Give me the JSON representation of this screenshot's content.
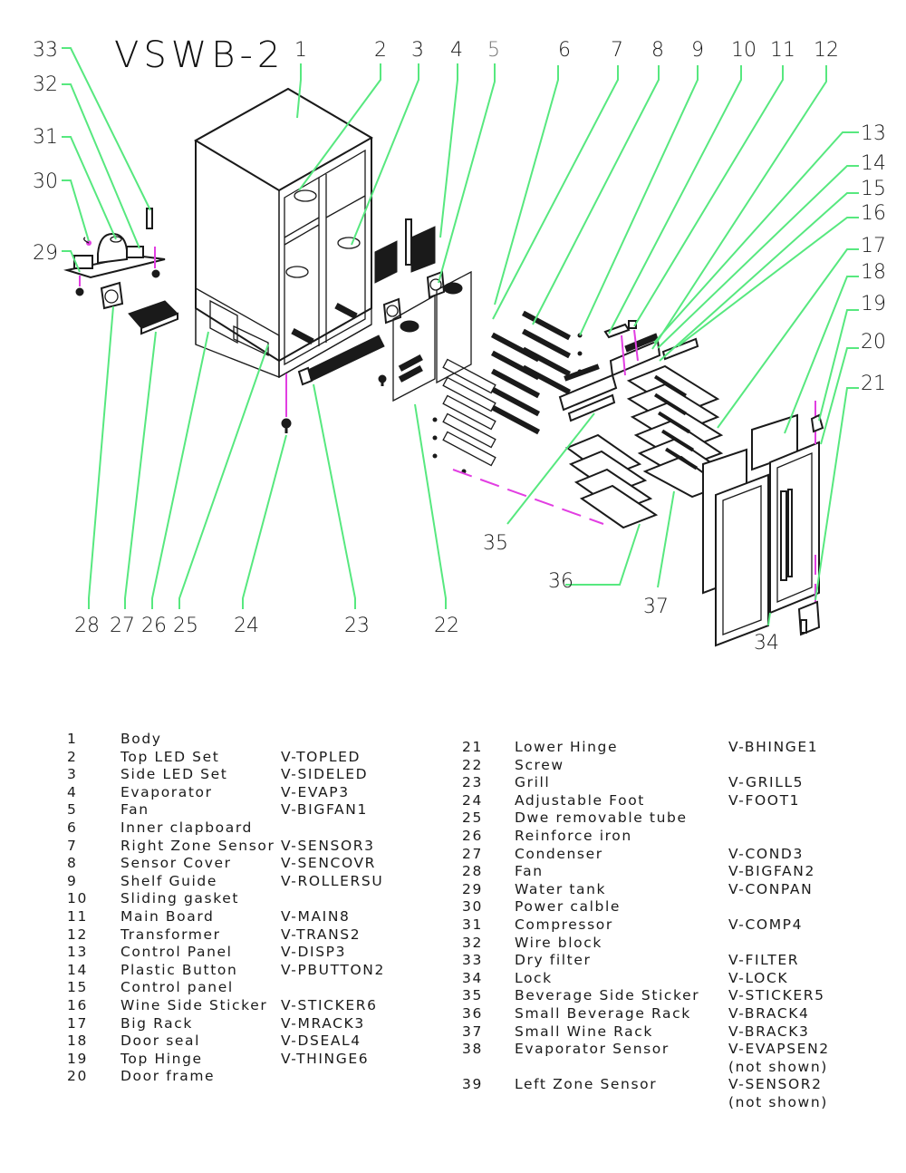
{
  "title": "VSWB-2",
  "colors": {
    "leader_line": "#57e87f",
    "axis_line": "#e23ee2",
    "line_art": "#1a1a1a",
    "dim_label": "#777777"
  },
  "callouts": {
    "top": [
      "1",
      "2",
      "3",
      "4",
      "5",
      "6",
      "7",
      "8",
      "9",
      "10",
      "11",
      "12"
    ],
    "right": [
      "13",
      "14",
      "15",
      "16",
      "17",
      "18",
      "19",
      "20",
      "21"
    ],
    "bottom": [
      "28",
      "27",
      "26",
      "25",
      "24",
      "23",
      "22"
    ],
    "left": [
      "33",
      "32",
      "31",
      "30",
      "29"
    ],
    "inner": [
      "35",
      "36",
      "37",
      "34"
    ]
  },
  "parts_left": [
    {
      "num": "1",
      "name": "Body",
      "code": ""
    },
    {
      "num": "2",
      "name": "Top LED Set",
      "code": "V-TOPLED"
    },
    {
      "num": "3",
      "name": "Side LED Set",
      "code": "V-SIDELED"
    },
    {
      "num": "4",
      "name": "Evaporator",
      "code": "V-EVAP3"
    },
    {
      "num": "5",
      "name": "Fan",
      "code": "V-BIGFAN1"
    },
    {
      "num": "6",
      "name": "Inner clapboard",
      "code": ""
    },
    {
      "num": "7",
      "name": "Right Zone Sensor",
      "code": "V-SENSOR3"
    },
    {
      "num": "8",
      "name": "Sensor Cover",
      "code": "V-SENCOVR"
    },
    {
      "num": "9",
      "name": "Shelf Guide",
      "code": "V-ROLLERSU"
    },
    {
      "num": "10",
      "name": "Sliding gasket",
      "code": ""
    },
    {
      "num": "11",
      "name": "Main Board",
      "code": "V-MAIN8"
    },
    {
      "num": "12",
      "name": "Transformer",
      "code": "V-TRANS2"
    },
    {
      "num": "13",
      "name": "Control Panel",
      "code": "V-DISP3"
    },
    {
      "num": "14",
      "name": "Plastic Button",
      "code": "V-PBUTTON2"
    },
    {
      "num": "15",
      "name": "Control panel",
      "code": ""
    },
    {
      "num": "16",
      "name": "Wine Side Sticker",
      "code": "V-STICKER6"
    },
    {
      "num": "17",
      "name": "Big Rack",
      "code": "V-MRACK3"
    },
    {
      "num": "18",
      "name": "Door seal",
      "code": "V-DSEAL4"
    },
    {
      "num": "19",
      "name": "Top Hinge",
      "code": "V-THINGE6"
    },
    {
      "num": "20",
      "name": "Door frame",
      "code": ""
    }
  ],
  "parts_right": [
    {
      "num": "21",
      "name": "Lower Hinge",
      "code": "V-BHINGE1"
    },
    {
      "num": "22",
      "name": "Screw",
      "code": ""
    },
    {
      "num": "23",
      "name": "Grill",
      "code": "V-GRILL5"
    },
    {
      "num": "24",
      "name": "Adjustable Foot",
      "code": "V-FOOT1"
    },
    {
      "num": "25",
      "name": "Dwe removable tube",
      "code": ""
    },
    {
      "num": "26",
      "name": "Reinforce iron",
      "code": ""
    },
    {
      "num": "27",
      "name": "Condenser",
      "code": "V-COND3"
    },
    {
      "num": "28",
      "name": "Fan",
      "code": "V-BIGFAN2"
    },
    {
      "num": "29",
      "name": "Water tank",
      "code": "V-CONPAN"
    },
    {
      "num": "30",
      "name": "Power calble",
      "code": ""
    },
    {
      "num": "31",
      "name": "Compressor",
      "code": "V-COMP4"
    },
    {
      "num": "32",
      "name": "Wire block",
      "code": ""
    },
    {
      "num": "33",
      "name": "Dry filter",
      "code": "V-FILTER"
    },
    {
      "num": "34",
      "name": "Lock",
      "code": "V-LOCK"
    },
    {
      "num": "35",
      "name": "Beverage Side Sticker",
      "code": "V-STICKER5"
    },
    {
      "num": "36",
      "name": "Small Beverage Rack",
      "code": "V-BRACK4"
    },
    {
      "num": "37",
      "name": "Small Wine Rack",
      "code": "V-BRACK3"
    },
    {
      "num": "38",
      "name": "Evaporator Sensor",
      "code": "V-EVAPSEN2",
      "note": "(not shown)"
    },
    {
      "num": "39",
      "name": "Left Zone Sensor",
      "code": "V-SENSOR2",
      "note": "(not shown)"
    }
  ]
}
